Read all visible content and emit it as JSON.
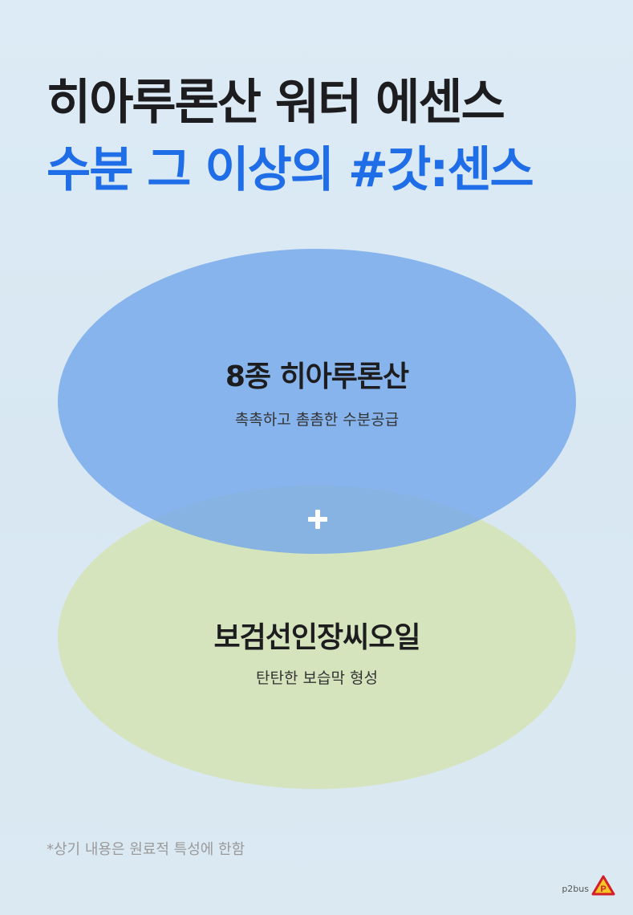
{
  "headline": {
    "line1": "히아루론산 워터 에센스",
    "line2": "수분 그 이상의 #갓:센스"
  },
  "ingredients": [
    {
      "title": "8종 히아루론산",
      "desc": "촉촉하고 촘촘한 수분공급"
    },
    {
      "title": "보검선인장씨오일",
      "desc": "탄탄한 보습막 형성"
    }
  ],
  "plus_icon": "plus-icon",
  "footnote": "*상기 내용은 원료적 특성에 한함",
  "brand": {
    "text": "p2bus",
    "icon": "p-triangle-logo-icon",
    "letter": "P"
  },
  "colors": {
    "background": "#dbe9f3",
    "headline_dark": "#1d1d1f",
    "headline_accent": "#1f6ee8",
    "blue_circle": "#70a5eb",
    "green_circle": "#d3e3b4"
  }
}
